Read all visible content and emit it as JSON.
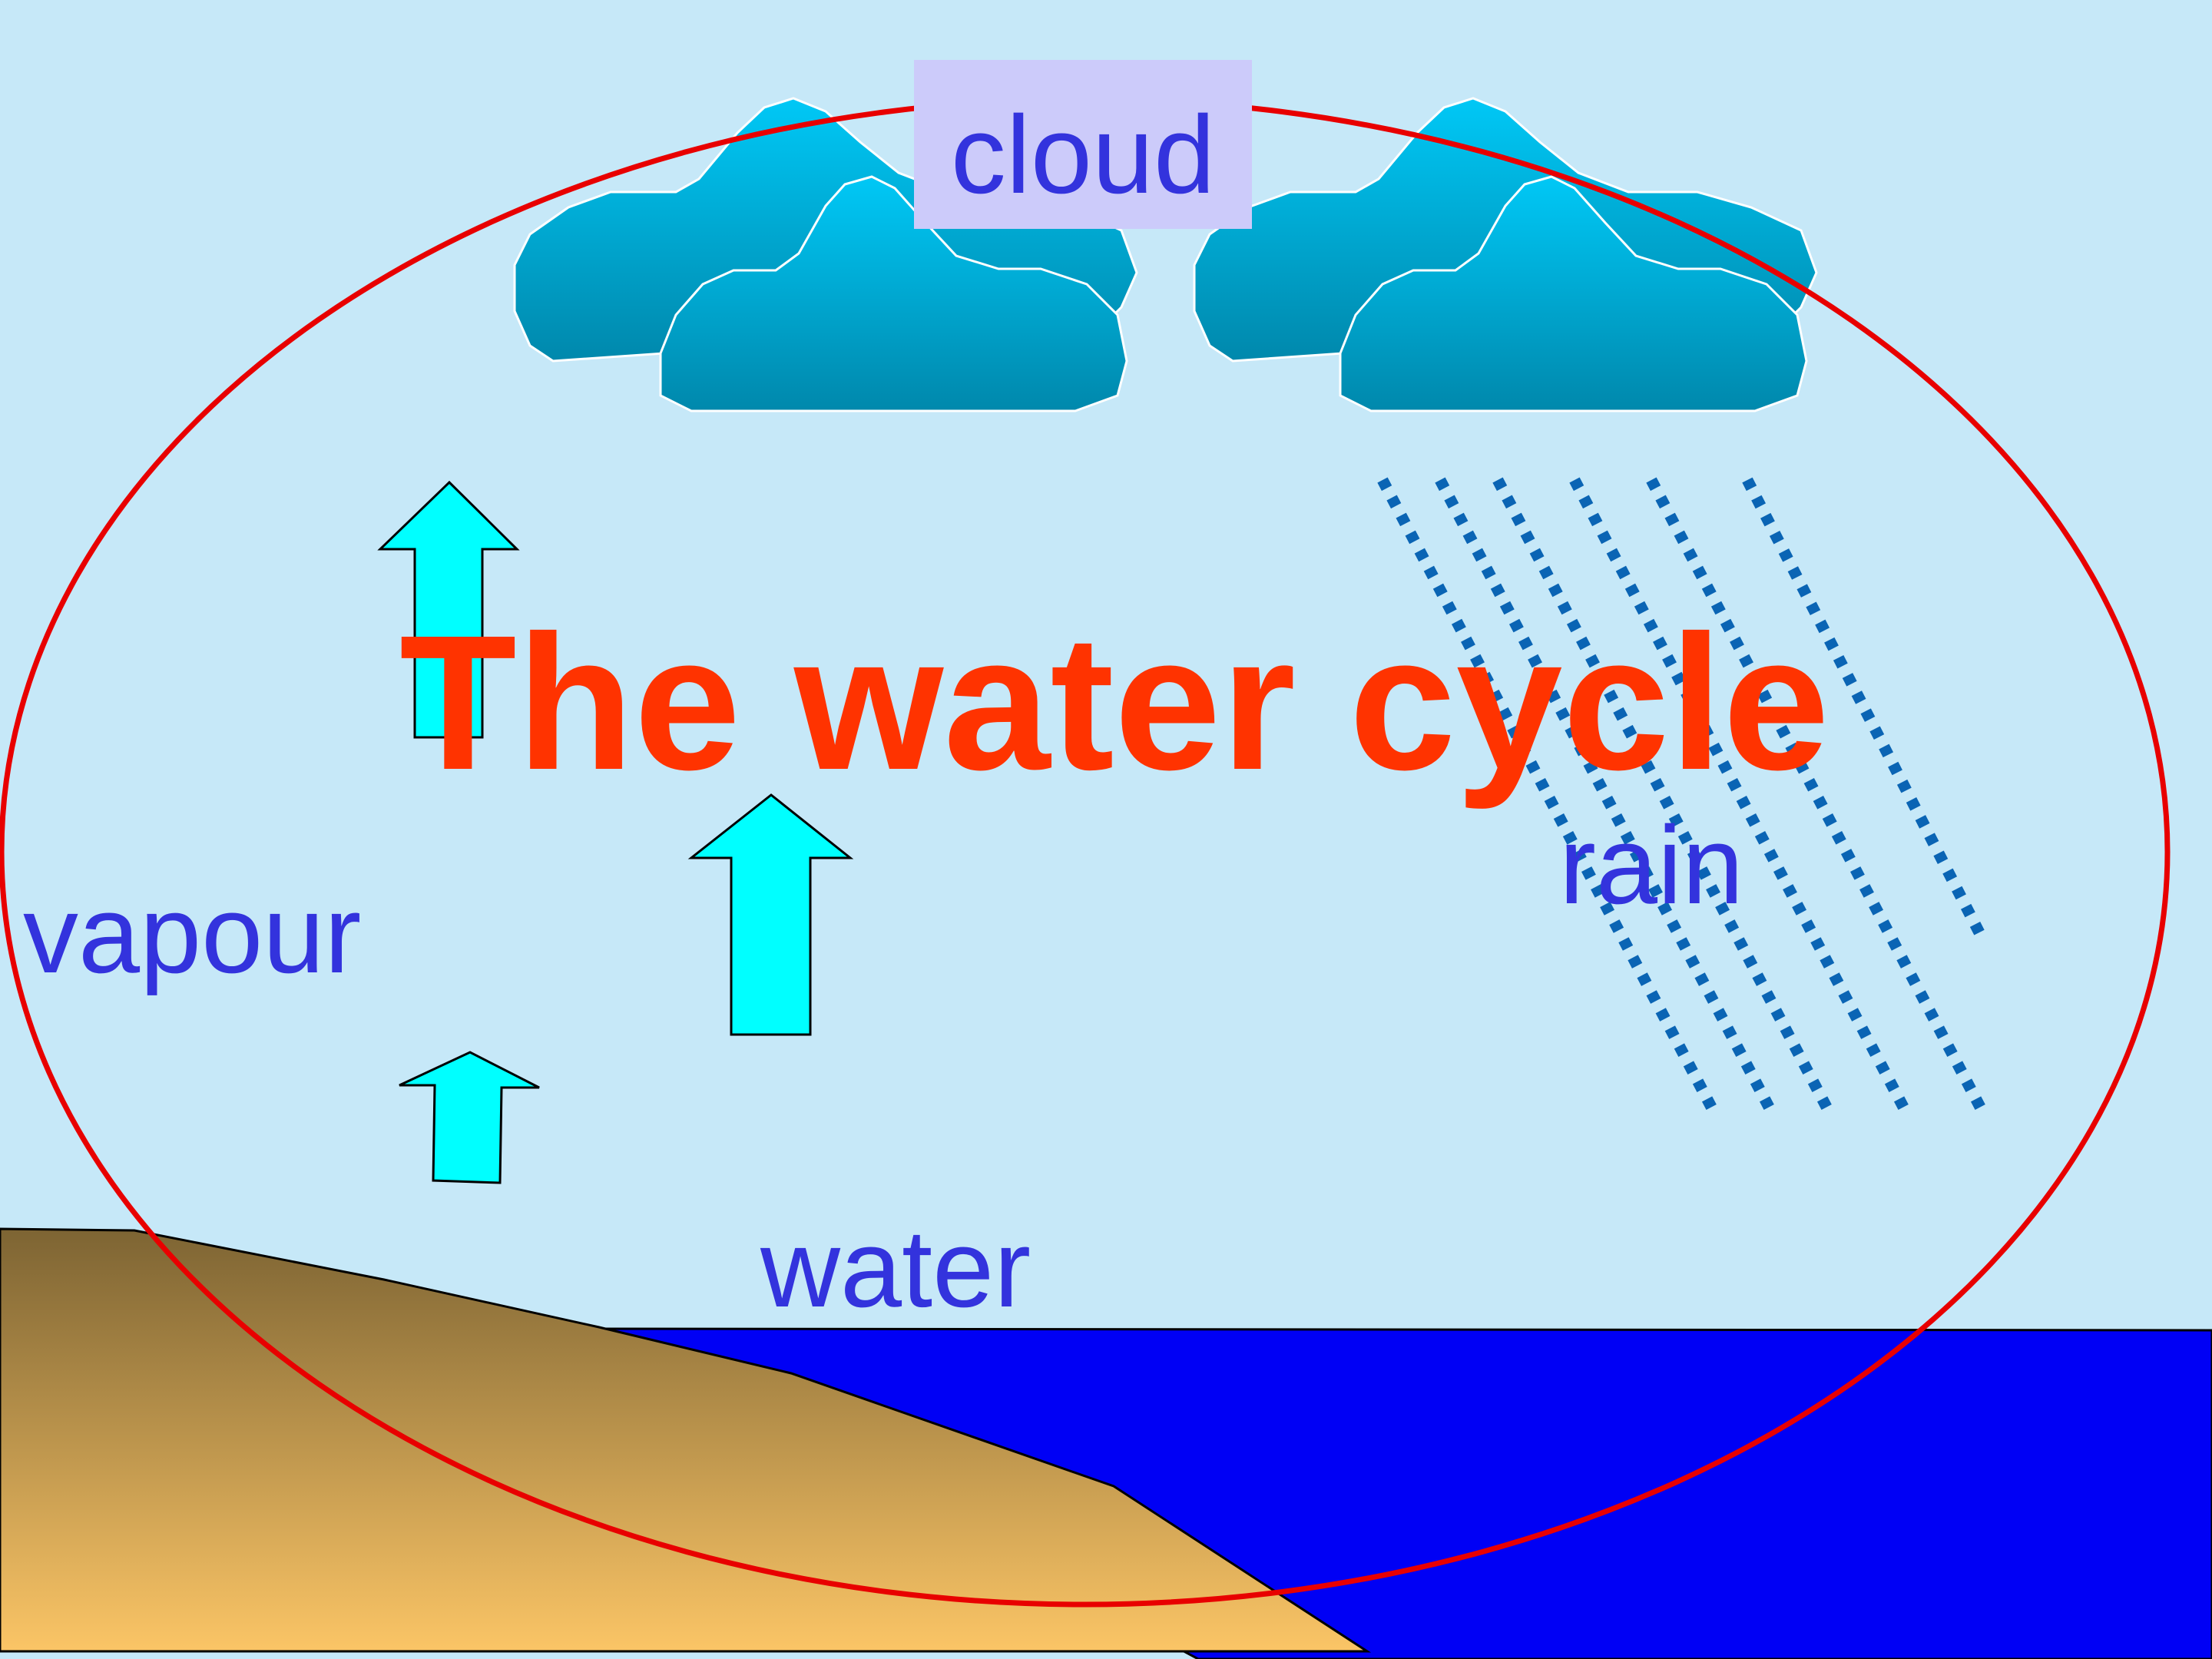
{
  "title": "The water cycle",
  "labels": {
    "cloud": "cloud",
    "rain": "rain",
    "vapour": "vapour",
    "water": "water"
  },
  "colors": {
    "sky": "#c6e8f8",
    "sea": "#0000f5",
    "land_top": "#7d6433",
    "land_bottom": "#fbc566",
    "cloud_top": "#00c8f6",
    "cloud_bottom": "#0088ac",
    "arrow": "#00ffff",
    "rain": "#0a64b4",
    "cycle_ellipse": "#e80000",
    "title": "#ff3300",
    "label": "#3333dd",
    "cloud_label_box": "#cccbfa"
  }
}
